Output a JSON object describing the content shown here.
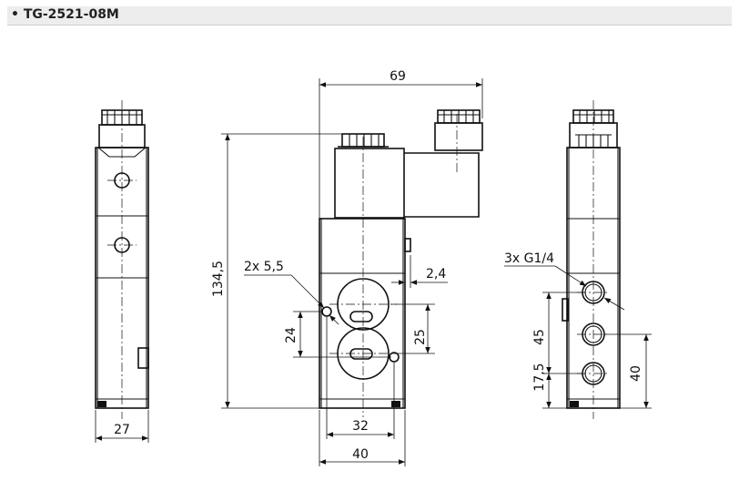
{
  "title": "• TG-2521-08M",
  "dimensions": {
    "d69": "69",
    "d134_5": "134,5",
    "d2x5_5": "2x 5,5",
    "d2_4": "2,4",
    "d24": "24",
    "d25": "25",
    "d32": "32",
    "d40_front": "40",
    "d27": "27",
    "d3xG": "3x G1/4",
    "d45": "45",
    "d17_5": "17,5",
    "d40_side": "40"
  }
}
